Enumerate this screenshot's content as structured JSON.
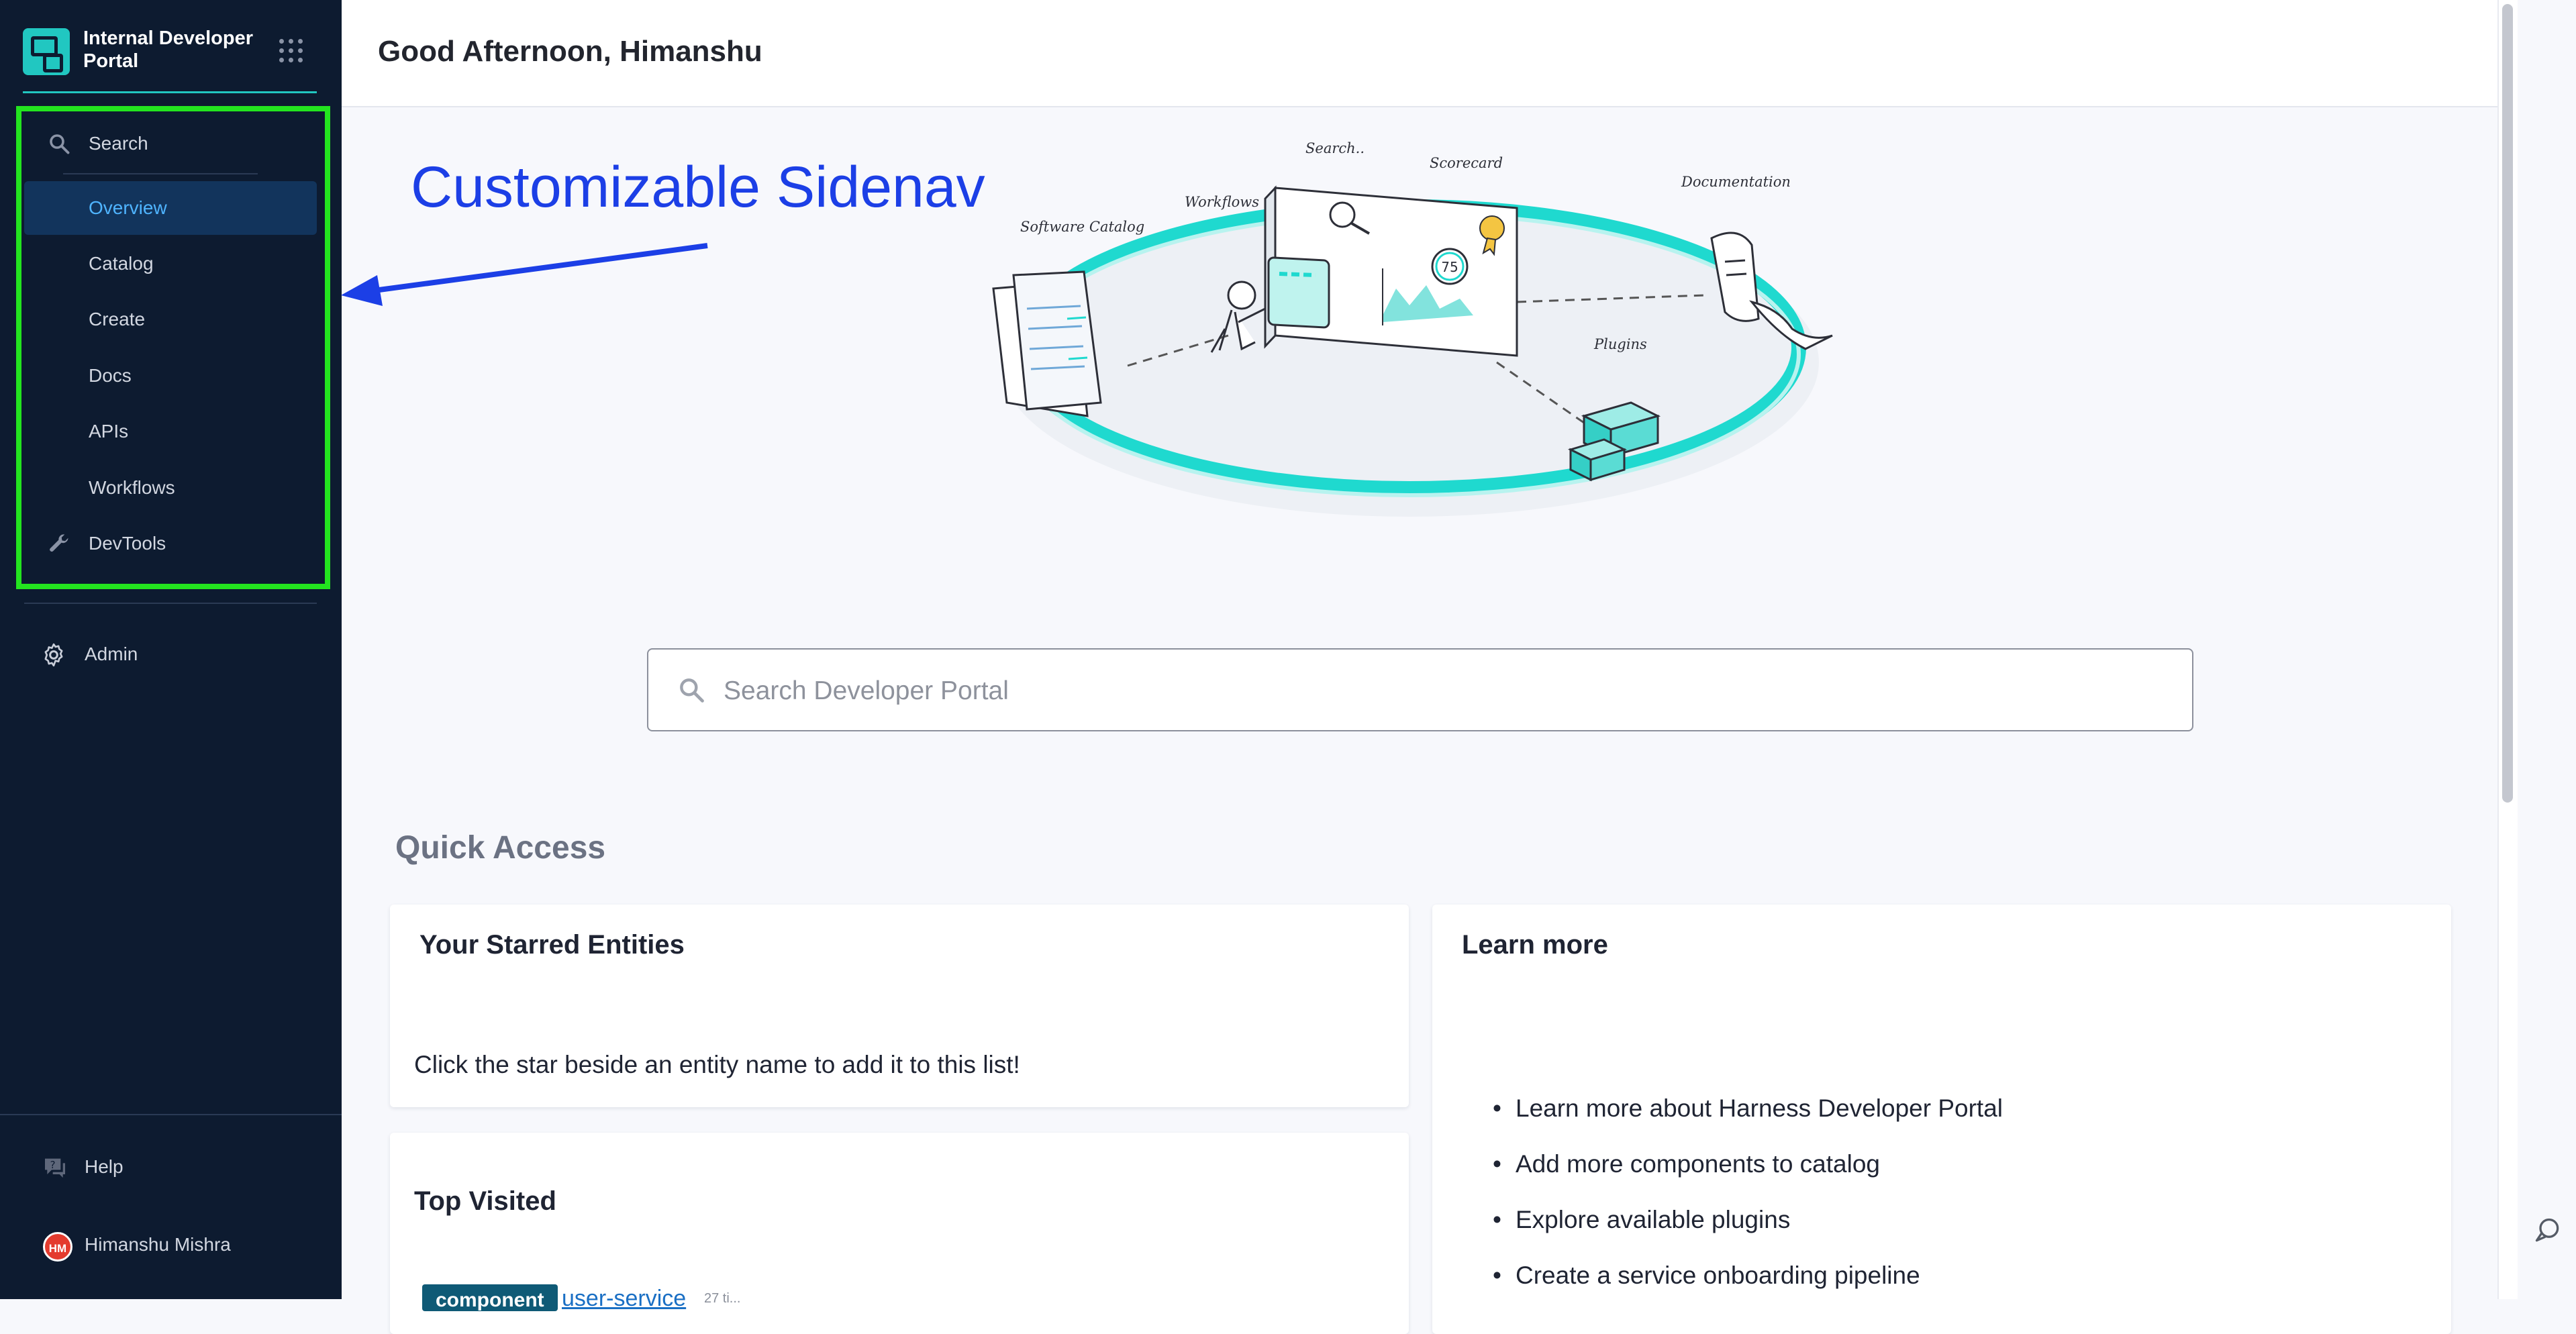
{
  "app": {
    "title": "Internal Developer Portal"
  },
  "sidebar": {
    "search_label": "Search",
    "items": [
      {
        "label": "Overview",
        "active": true
      },
      {
        "label": "Catalog"
      },
      {
        "label": "Create"
      },
      {
        "label": "Docs"
      },
      {
        "label": "APIs"
      },
      {
        "label": "Workflows"
      }
    ],
    "devtools_label": "DevTools",
    "admin_label": "Admin",
    "help_label": "Help",
    "user": {
      "initials": "HM",
      "name": "Himanshu Mishra"
    }
  },
  "header": {
    "greeting": "Good Afternoon, Himanshu"
  },
  "annotation": {
    "text": "Customizable Sidenav",
    "color": "#1c3fe6",
    "box_color": "#23e41f"
  },
  "illustration": {
    "labels": {
      "software_catalog": "Software Catalog",
      "workflows": "Workflows",
      "search": "Search..",
      "scorecard": "Scorecard",
      "documentation": "Documentation",
      "plugins": "Plugins"
    },
    "score": "75"
  },
  "search": {
    "placeholder": "Search Developer Portal",
    "value": ""
  },
  "quick_access": {
    "title": "Quick Access",
    "starred": {
      "title": "Your Starred Entities",
      "empty_text": "Click the star beside an entity name to add it to this list!"
    },
    "top_visited": {
      "title": "Top Visited",
      "first": {
        "kind": "component",
        "name": "user-service",
        "meta": "27 ti..."
      }
    },
    "learn_more": {
      "title": "Learn more",
      "items": [
        "Learn more about Harness Developer Portal",
        "Add more components to catalog",
        "Explore available plugins",
        "Create a service onboarding pipeline"
      ]
    }
  },
  "colors": {
    "sidebar_bg": "#0d1b30",
    "accent": "#21c7c1",
    "active_item_bg": "#12345c",
    "active_text": "#4fb4ff"
  },
  "icons": {
    "brand": "portal-logo-icon",
    "apps": "app-grid-icon",
    "search": "search-icon",
    "devtools": "wrench-icon",
    "admin": "gear-icon",
    "help": "help-chat-icon",
    "chat": "chat-bubble-icon"
  }
}
